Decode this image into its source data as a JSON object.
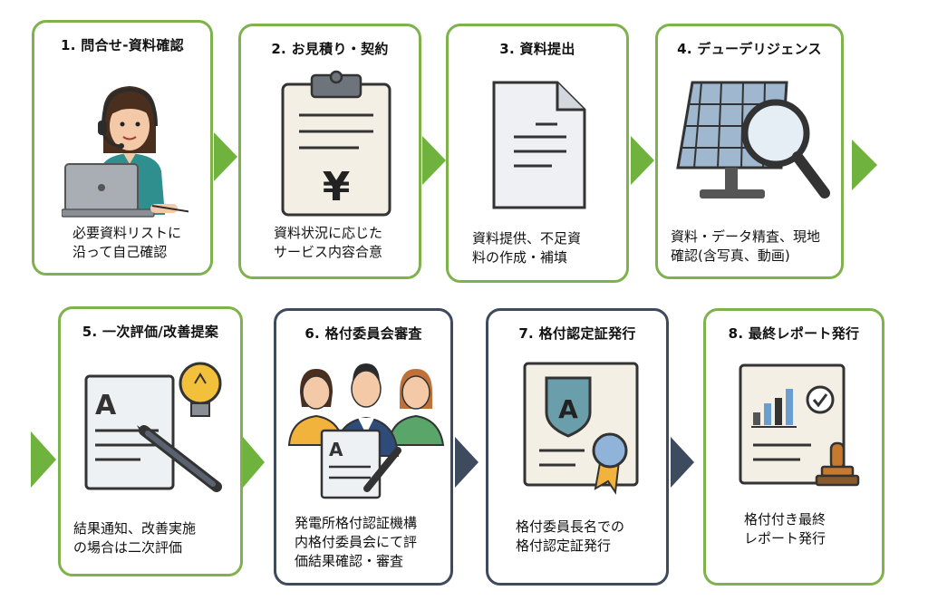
{
  "steps": [
    {
      "title": "1. 問合せ-資料確認",
      "desc": [
        "必要資料リストに",
        "沿って自己確認"
      ],
      "icon": "operator-laptop-icon"
    },
    {
      "title": "2. お見積り・契約",
      "desc": [
        "資料状況に応じた",
        "サービス内容合意"
      ],
      "icon": "clipboard-yen-icon"
    },
    {
      "title": "3. 資料提出",
      "desc": [
        "資料提供、不足資",
        "料の作成・補填"
      ],
      "icon": "document-icon"
    },
    {
      "title": "4. デューデリジェンス",
      "desc": [
        "資料・データ精査、現地",
        "確認(含写真、動画)"
      ],
      "icon": "solar-panel-magnifier-icon"
    },
    {
      "title": "5. 一次評価/改善提案",
      "desc": [
        "結果通知、改善実施",
        "の場合は二次評価"
      ],
      "icon": "report-pen-bulb-icon"
    },
    {
      "title": "6. 格付委員会審査",
      "desc": [
        "発電所格付認証機構",
        "内格付委員会にて評",
        "価結果確認・審査"
      ],
      "icon": "committee-people-icon"
    },
    {
      "title": "7. 格付認定証発行",
      "desc": [
        "格付委員長名での",
        "格付認定証発行"
      ],
      "icon": "certificate-badge-icon"
    },
    {
      "title": "8. 最終レポート発行",
      "desc": [
        "格付付き最終",
        "レポート発行"
      ],
      "icon": "report-stamp-icon"
    }
  ],
  "colors": {
    "green": "#7fb24d",
    "arrow_green": "#6fb23d",
    "navy": "#3e4a5e"
  }
}
